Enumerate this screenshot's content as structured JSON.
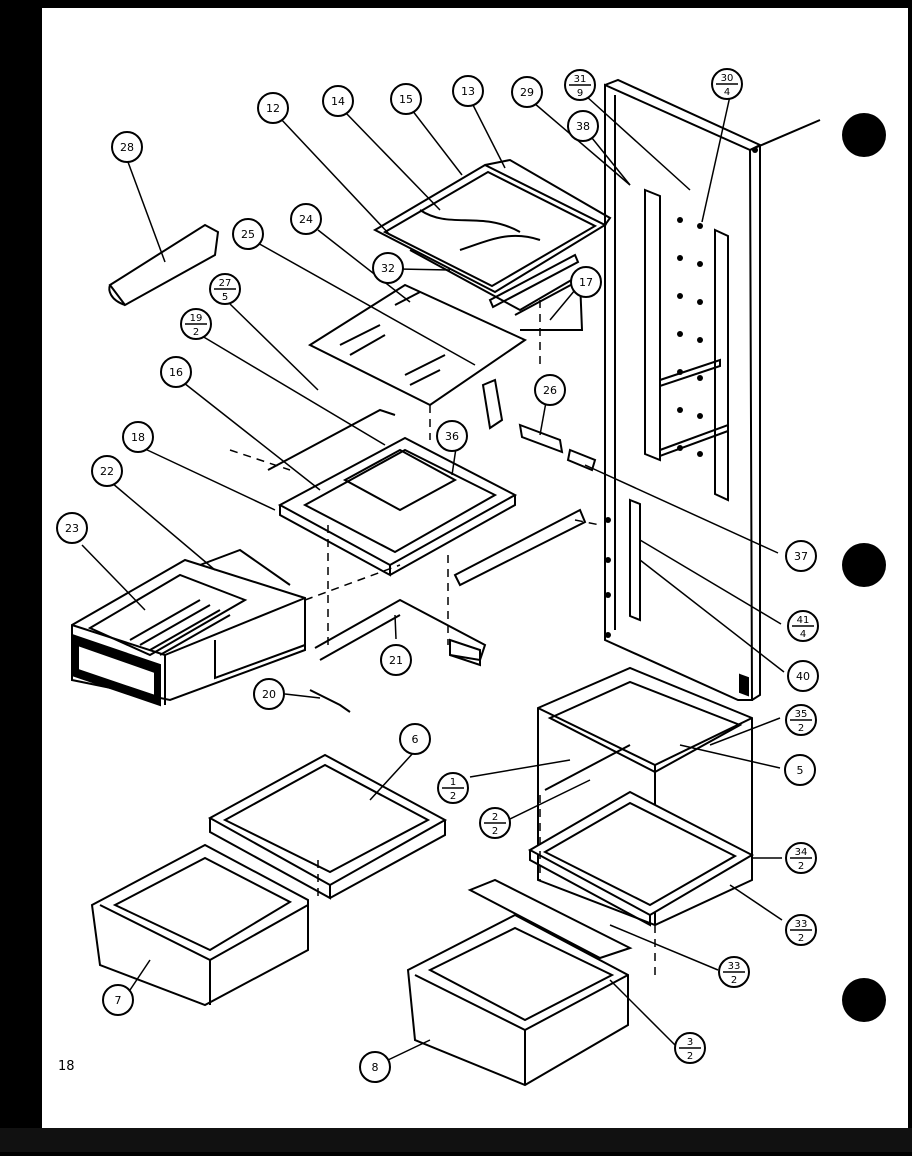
{
  "page": {
    "number": "18"
  },
  "callouts": [
    {
      "id": "28",
      "top": "28"
    },
    {
      "id": "12",
      "top": "12"
    },
    {
      "id": "14",
      "top": "14"
    },
    {
      "id": "15",
      "top": "15"
    },
    {
      "id": "13",
      "top": "13"
    },
    {
      "id": "29",
      "top": "29"
    },
    {
      "id": "31-9",
      "top": "31",
      "bottom": "9"
    },
    {
      "id": "30-4",
      "top": "30",
      "bottom": "4"
    },
    {
      "id": "38",
      "top": "38"
    },
    {
      "id": "25",
      "top": "25"
    },
    {
      "id": "24",
      "top": "24"
    },
    {
      "id": "32",
      "top": "32"
    },
    {
      "id": "17",
      "top": "17"
    },
    {
      "id": "27-5",
      "top": "27",
      "bottom": "5"
    },
    {
      "id": "19-2",
      "top": "19",
      "bottom": "2"
    },
    {
      "id": "16",
      "top": "16"
    },
    {
      "id": "26",
      "top": "26"
    },
    {
      "id": "36",
      "top": "36"
    },
    {
      "id": "18",
      "top": "18"
    },
    {
      "id": "22",
      "top": "22"
    },
    {
      "id": "23",
      "top": "23"
    },
    {
      "id": "37",
      "top": "37"
    },
    {
      "id": "41-4",
      "top": "41",
      "bottom": "4"
    },
    {
      "id": "21",
      "top": "21"
    },
    {
      "id": "20",
      "top": "20"
    },
    {
      "id": "40",
      "top": "40"
    },
    {
      "id": "35-2",
      "top": "35",
      "bottom": "2"
    },
    {
      "id": "6",
      "top": "6"
    },
    {
      "id": "5",
      "top": "5"
    },
    {
      "id": "1-2",
      "top": "1",
      "bottom": "2"
    },
    {
      "id": "2-2",
      "top": "2",
      "bottom": "2"
    },
    {
      "id": "34-2",
      "top": "34",
      "bottom": "2"
    },
    {
      "id": "33-2a",
      "top": "33",
      "bottom": "2"
    },
    {
      "id": "7",
      "top": "7"
    },
    {
      "id": "33-2b",
      "top": "33",
      "bottom": "2"
    },
    {
      "id": "8",
      "top": "8"
    },
    {
      "id": "3-2",
      "top": "3",
      "bottom": "2"
    }
  ]
}
